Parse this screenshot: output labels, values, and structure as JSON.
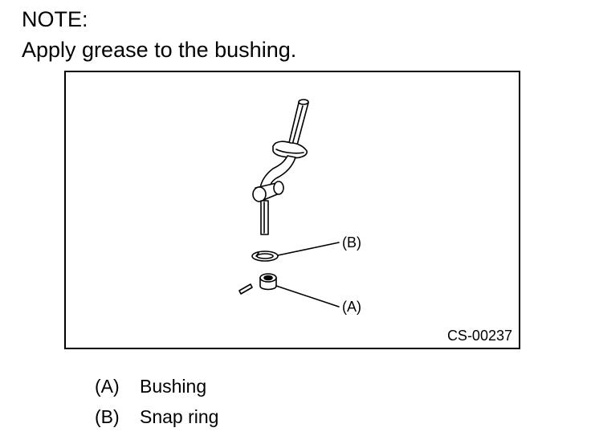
{
  "note": {
    "heading": "NOTE:",
    "text": "Apply grease to the bushing."
  },
  "figure": {
    "callout_b": "(B)",
    "callout_a": "(A)",
    "figure_id": "CS-00237"
  },
  "legend": [
    {
      "key": "(A)",
      "label": "Bushing"
    },
    {
      "key": "(B)",
      "label": "Snap ring"
    }
  ]
}
